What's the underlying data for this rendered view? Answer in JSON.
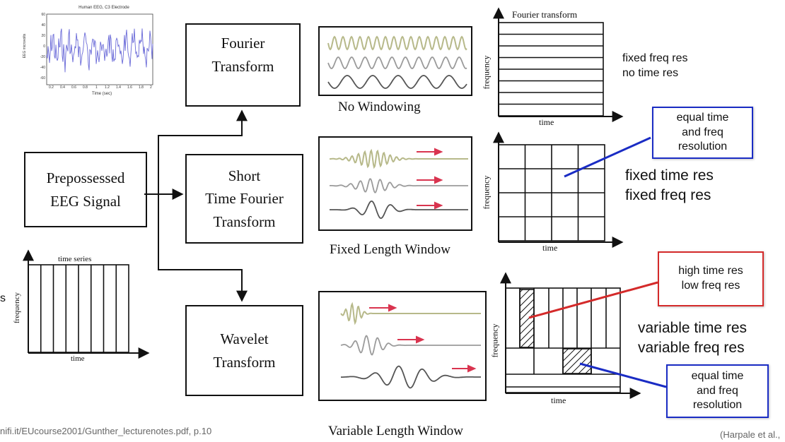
{
  "eeg_thumbnail": {
    "title": "Human EEG, C3 Electrode",
    "xlabel": "Time (sec)",
    "ylabel": "EEG microvolts",
    "x_ticks": [
      "0.2",
      "0.4",
      "0.6",
      "0.8",
      "1",
      "1.2",
      "1.4",
      "1.6",
      "1.8",
      "2"
    ],
    "y_ticks": [
      "60",
      "40",
      "20",
      "0",
      "-20",
      "-40",
      "-60"
    ]
  },
  "boxes": {
    "source": {
      "line1": "Prepossessed",
      "line2": "EEG Signal"
    },
    "fourier": {
      "line1": "Fourier",
      "line2": "Transform"
    },
    "stft": {
      "line1": "Short",
      "line2": "Time  Fourier",
      "line3": "Transform"
    },
    "wavelet": {
      "line1": "Wavelet",
      "line2": "Transform"
    }
  },
  "captions": {
    "no_window": "No Windowing",
    "fixed_window": "Fixed Length Window",
    "variable_window": "Variable Length Window"
  },
  "tf_plots": {
    "fourier": {
      "title": "Fourier transform",
      "xlabel": "time",
      "ylabel": "frequency"
    },
    "stft": {
      "xlabel": "time",
      "ylabel": "frequency"
    },
    "wavelet": {
      "xlabel": "time",
      "ylabel": "frequency"
    },
    "time_series": {
      "title": "time series",
      "xlabel": "time",
      "ylabel": "frequency"
    }
  },
  "notes": {
    "fourier_line1": "fixed freq res",
    "fourier_line2": "no time res",
    "stft_line1": "fixed time res",
    "stft_line2": "fixed freq res",
    "wavelet_line1": "variable time res",
    "wavelet_line2": "variable freq res",
    "left_cut": "s"
  },
  "callouts": {
    "stft": {
      "line1": "equal time",
      "line2": "and freq",
      "line3": "resolution",
      "border": "#1a2cc4"
    },
    "wavelet_high": {
      "line1": "high time res",
      "line2": "low freq res",
      "border": "#d42a2a"
    },
    "wavelet_equal": {
      "line1": "equal time",
      "line2": "and freq",
      "line3": "resolution",
      "border": "#1a2cc4"
    }
  },
  "footer": {
    "source_url": "nifi.it/EUcourse2001/Gunther_lecturenotes.pdf, p.10",
    "citation": "(Harpale et al.,"
  },
  "colors": {
    "wave_yellow": "#b7b98a",
    "wave_gray": "#9b9b9b",
    "wave_dark": "#555555",
    "arrow_red": "#d9344f",
    "eeg_blue": "#6a6ad8",
    "line_blue": "#1a2cc4",
    "line_red": "#d42a2a"
  }
}
